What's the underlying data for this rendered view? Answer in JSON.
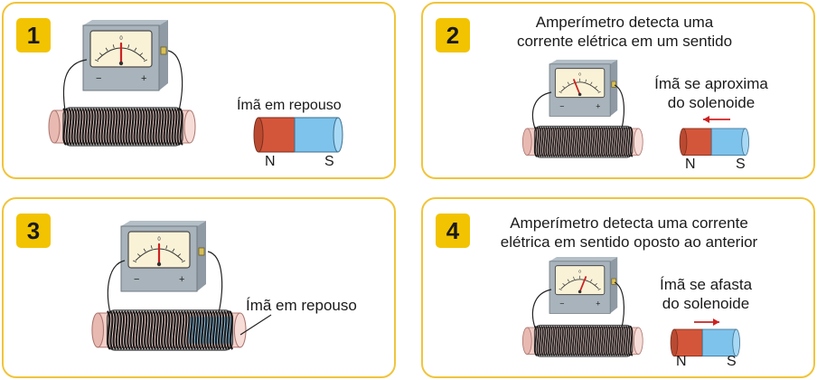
{
  "panels": [
    {
      "number": "1",
      "magnet_caption": "Ímã em repouso",
      "north": "N",
      "south": "S"
    },
    {
      "number": "2",
      "caption_line1": "Amperímetro detecta uma",
      "caption_line2": "corrente elétrica em um sentido",
      "magnet_caption_line1": "Ímã se aproxima",
      "magnet_caption_line2": "do solenoide",
      "north": "N",
      "south": "S",
      "arrow_direction": "left"
    },
    {
      "number": "3",
      "magnet_caption": "Ímã em repouso"
    },
    {
      "number": "4",
      "caption_line1": "Amperímetro detecta uma corrente",
      "caption_line2": "elétrica em sentido oposto ao anterior",
      "magnet_caption_line1": "Ímã se afasta",
      "magnet_caption_line2": "do solenoide",
      "north": "N",
      "south": "S",
      "arrow_direction": "right"
    }
  ],
  "meter": {
    "scale_zero": "0",
    "minus": "−",
    "plus": "+"
  },
  "colors": {
    "panel_border": "#f0c43c",
    "badge": "#f2c300",
    "north_pole": "#d4563a",
    "south_pole": "#7ec3ec",
    "needle": "#cc2222",
    "arrow": "#cc2222"
  }
}
